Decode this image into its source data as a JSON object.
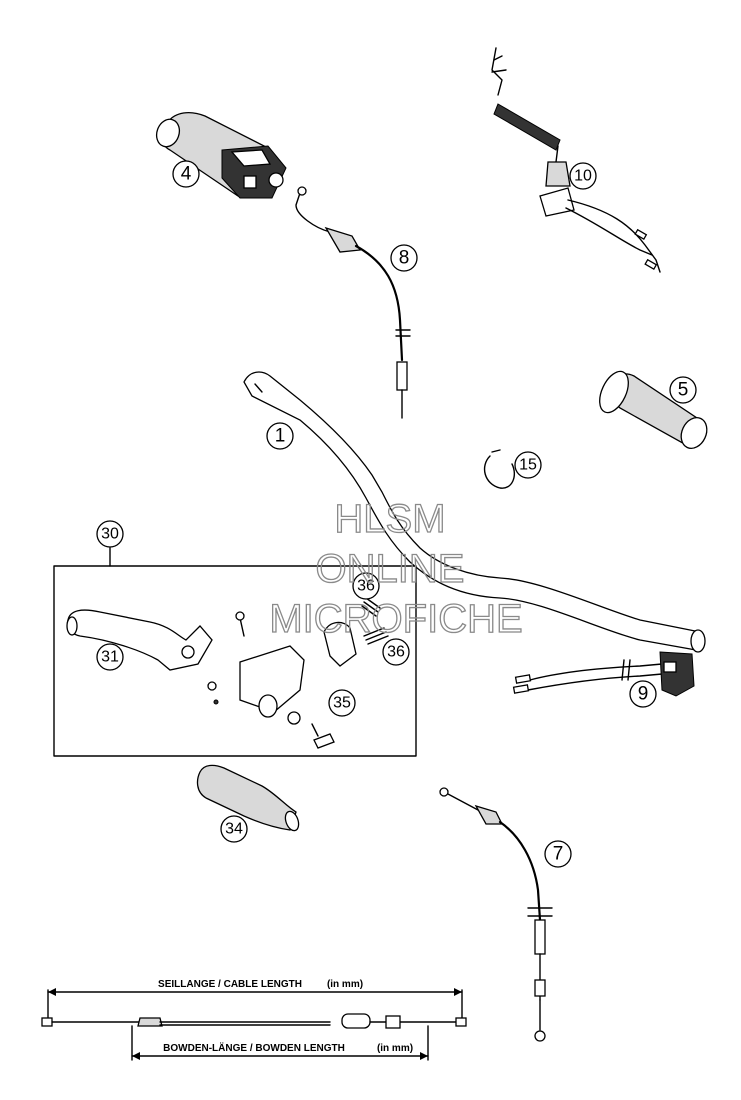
{
  "watermark": {
    "line1": "HLSM",
    "line2": "ONLINE",
    "line3": "MICROFICHE"
  },
  "callouts": {
    "c1": "1",
    "c4": "4",
    "c5": "5",
    "c7": "7",
    "c8": "8",
    "c9": "9",
    "c10": "10",
    "c15": "15",
    "c30": "30",
    "c31": "31",
    "c34": "34",
    "c35": "35",
    "c36a": "36",
    "c36b": "36"
  },
  "dimension": {
    "cable_length": "SEILLANGE / CABLE LENGTH",
    "cable_length_unit": "(in mm)",
    "bowden_length": "BOWDEN-LÄNGE / BOWDEN LENGTH",
    "bowden_length_unit": "(in mm)"
  }
}
